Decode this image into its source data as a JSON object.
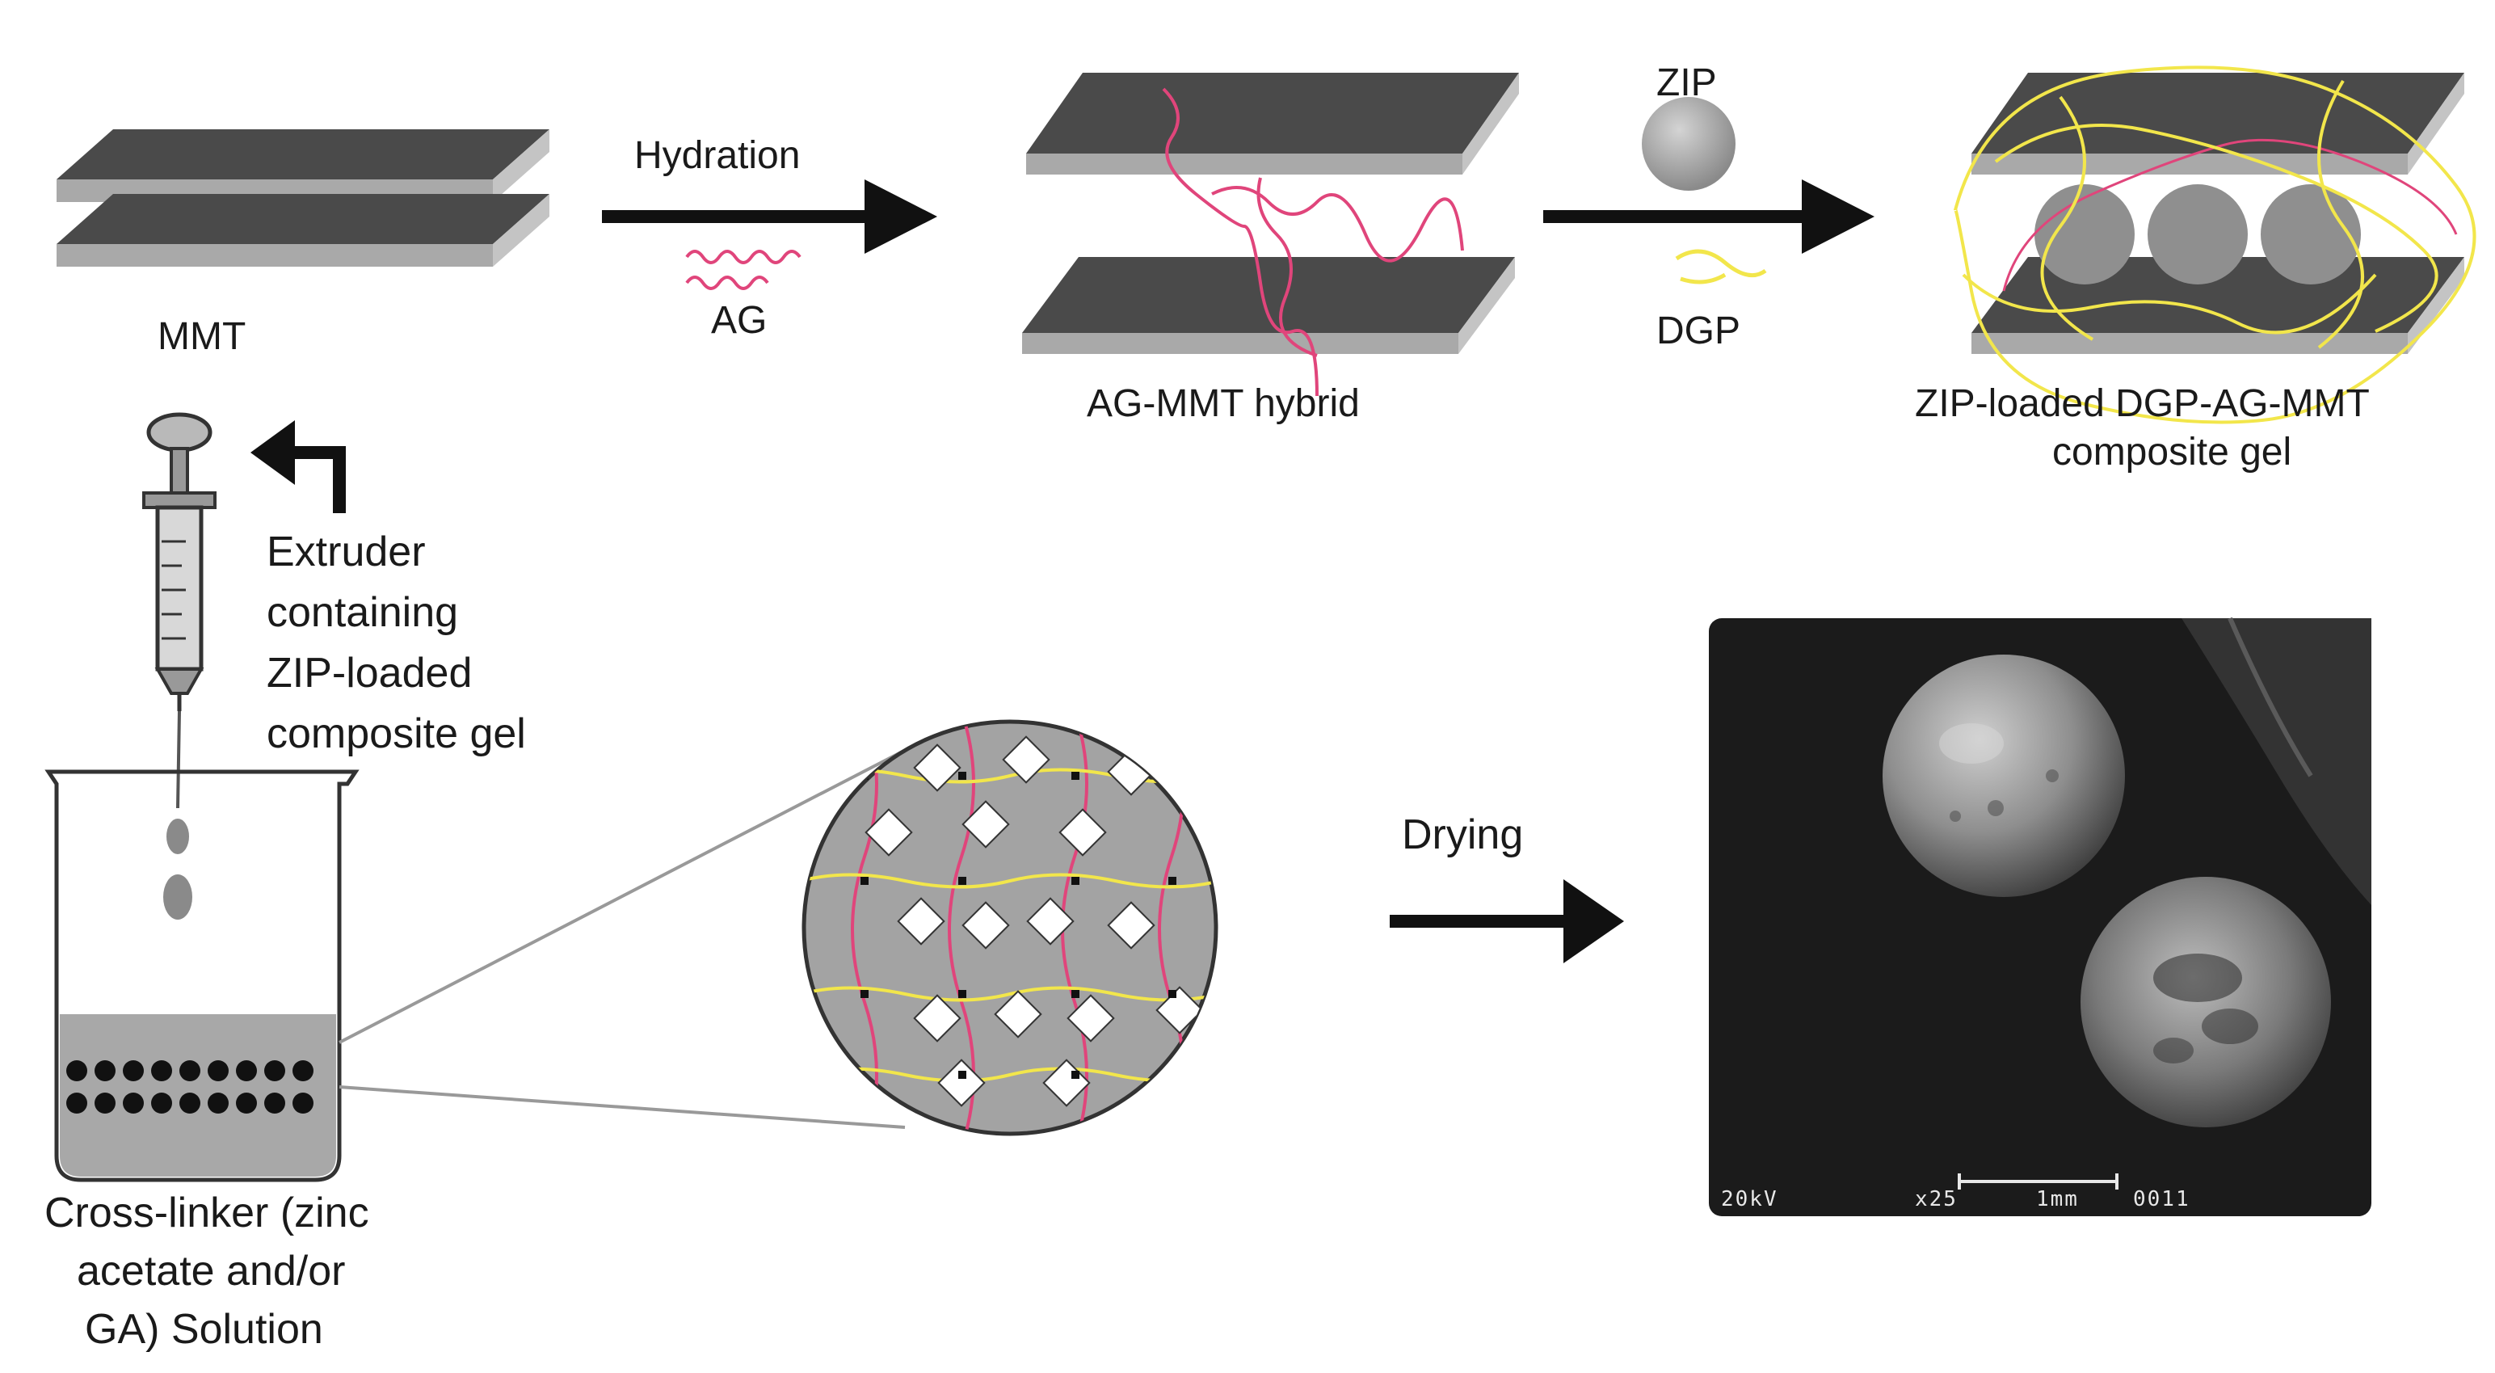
{
  "diagram": {
    "steps": {
      "mmt_label": "MMT",
      "hydration_label": "Hydration",
      "ag_label": "AG",
      "hybrid_label": "AG-MMT hybrid",
      "zip_label": "ZIP",
      "dgp_label": "DGP",
      "composite_label_line1": "ZIP-loaded DGP-AG-MMT",
      "composite_label_line2": "composite gel"
    },
    "extruder": {
      "line1": "Extruder",
      "line2": "containing",
      "line3": "ZIP-loaded",
      "line4": "composite gel"
    },
    "crosslinker": {
      "line1": "Cross-linker (zinc",
      "line2": "acetate and/or",
      "line3": "GA) Solution"
    },
    "drying_label": "Drying",
    "sem": {
      "voltage": "20kV",
      "magnification": "x25",
      "scale": "1mm",
      "image_number": "0011"
    },
    "colors": {
      "clay_top": "#4a4a4a",
      "clay_edge": "#a9a9a9",
      "ag_polymer": "#e0457b",
      "dgp_polymer": "#f2e64b",
      "zip_particle": "#9a9a9a"
    }
  }
}
